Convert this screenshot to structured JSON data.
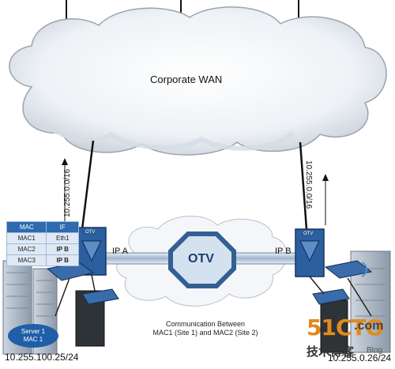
{
  "cloud": {
    "label": "Corporate WAN"
  },
  "links": {
    "left_ip": "IP A",
    "right_ip": "IP B",
    "left_route": "10.255.0.0/16",
    "right_route": "10.255.0.0/16"
  },
  "otv": {
    "label": "OTV"
  },
  "caption": {
    "line1": "Communication Between",
    "line2": "MAC1 (Site 1) and MAC2 (Site 2)"
  },
  "mac_table": {
    "headers": [
      "MAC",
      "IF"
    ],
    "rows": [
      [
        "MAC1",
        "Eth1"
      ],
      [
        "MAC2",
        "IP B"
      ],
      [
        "MAC3",
        "IP B"
      ]
    ]
  },
  "server": {
    "line1": "Server 1",
    "line2": "MAC 1"
  },
  "device_tags": {
    "left": "OTV",
    "right": "OTV"
  },
  "subnets": {
    "left": "10.255.100.25/24",
    "right": "10.255.0.26/24"
  },
  "watermark": {
    "brand": "51CTO",
    "domain": ".com",
    "cn": "技术博客",
    "blog": "Blog"
  }
}
